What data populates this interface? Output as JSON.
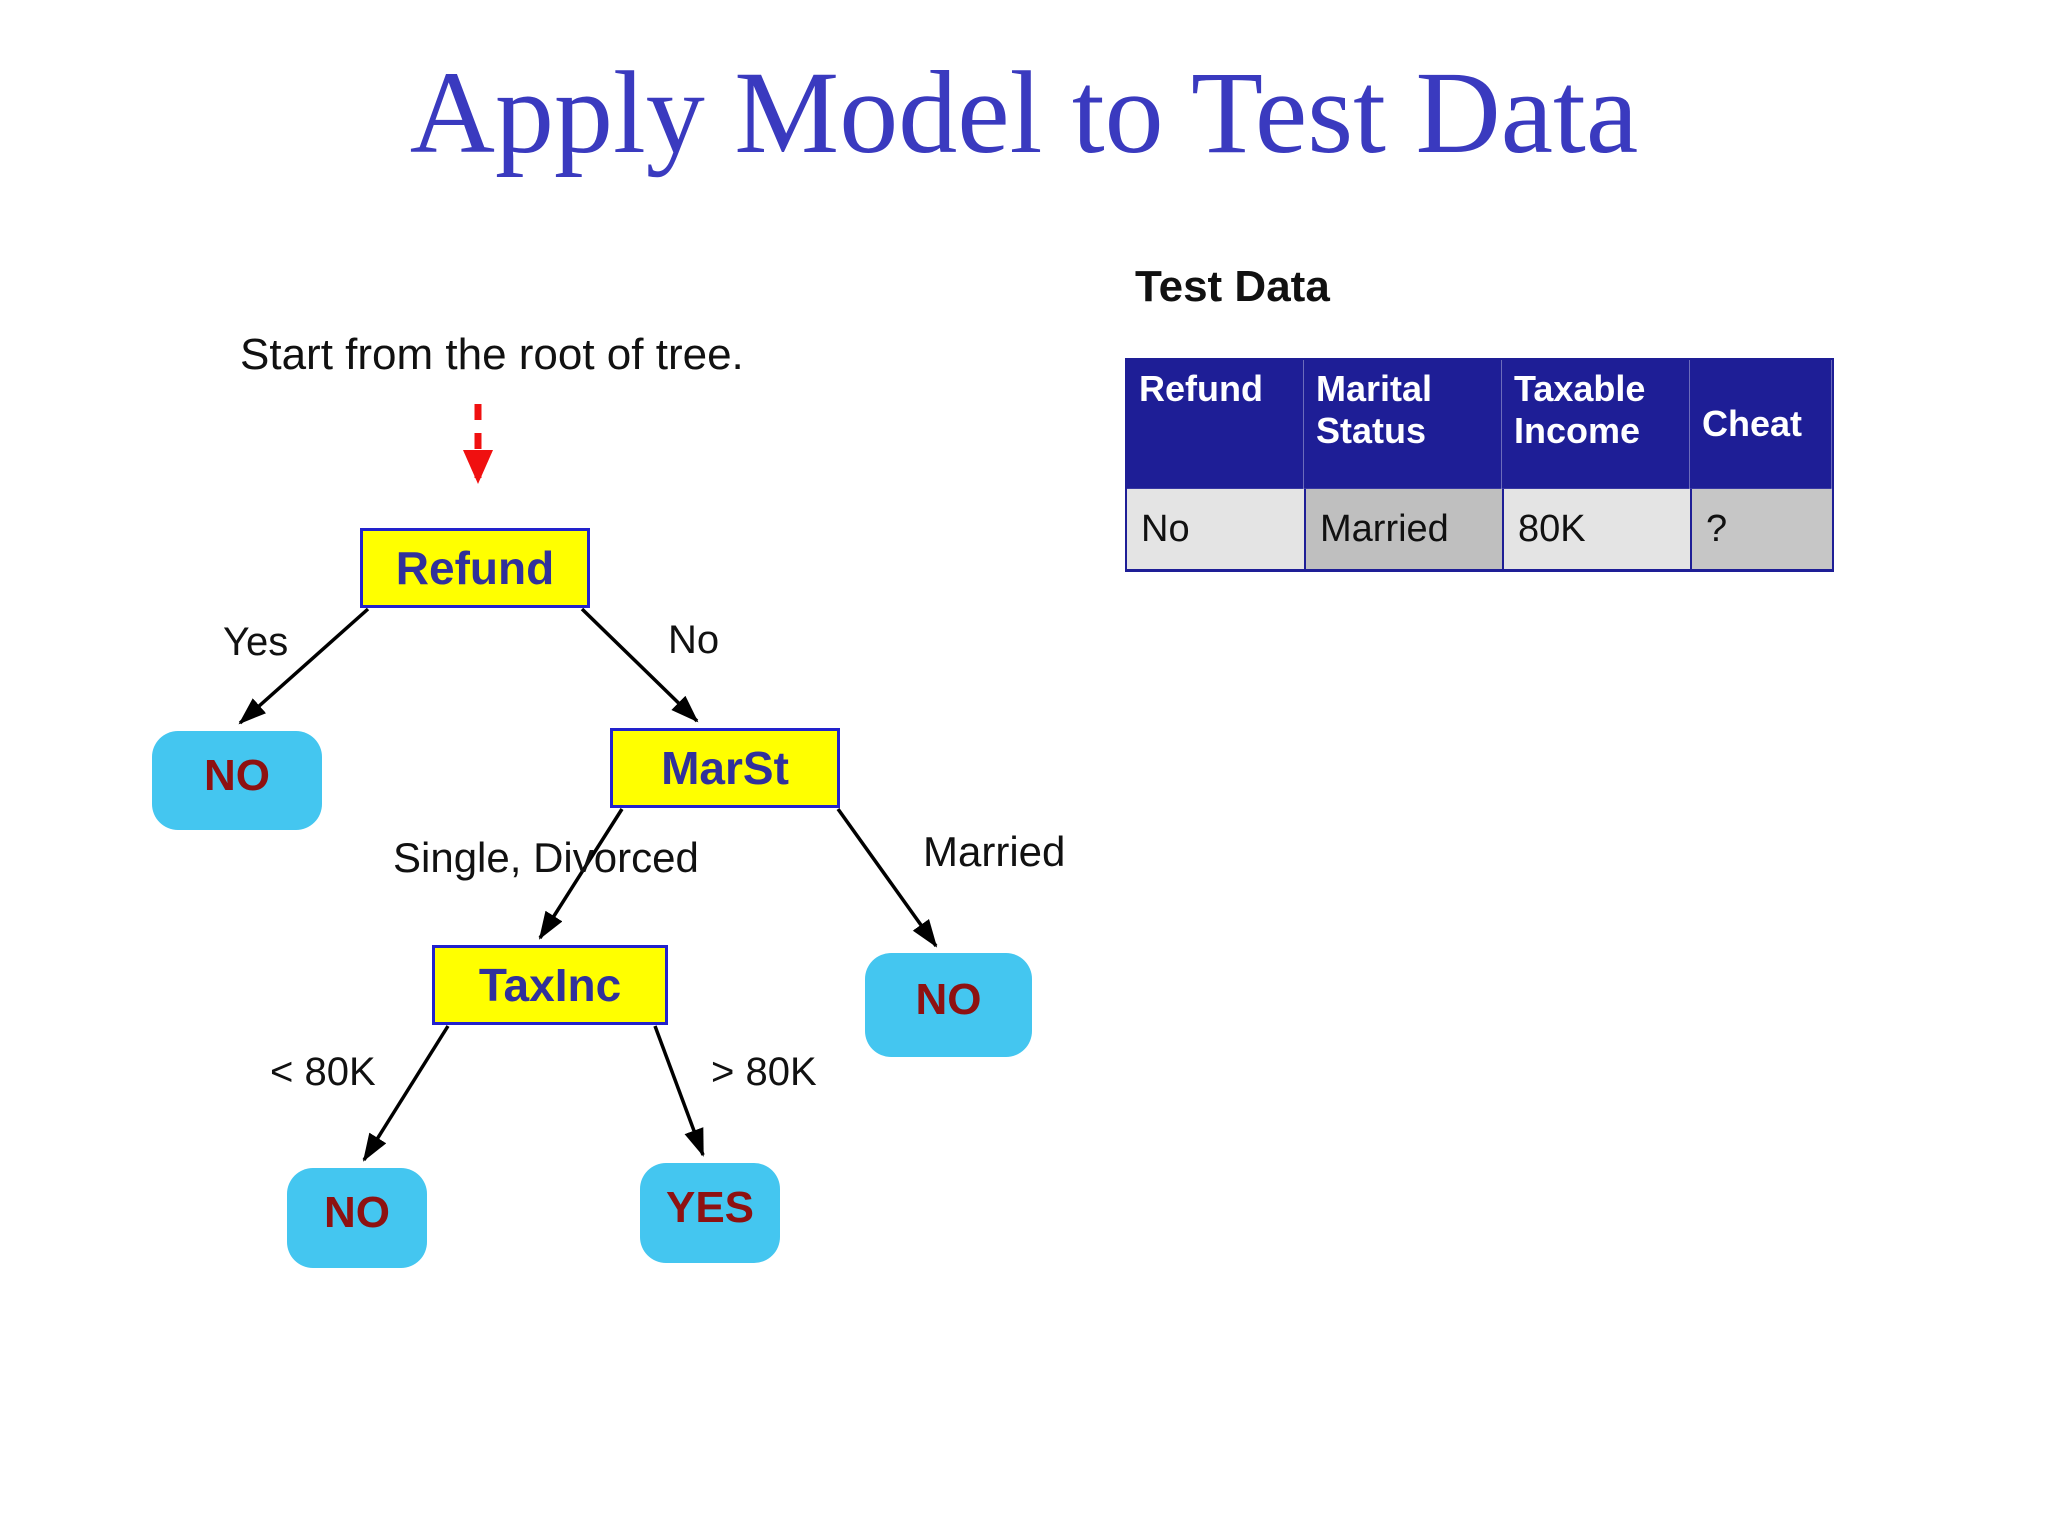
{
  "slide": {
    "title": "Apply Model to Test Data",
    "instruction": "Start from the root of tree."
  },
  "test_data": {
    "heading": "Test Data",
    "columns": [
      "Refund",
      "Marital Status",
      "Taxable Income",
      "Cheat"
    ],
    "row": [
      "No",
      "Married",
      "80K",
      "?"
    ]
  },
  "tree": {
    "nodes": {
      "refund": "Refund",
      "marst": "MarSt",
      "taxinc": "TaxInc",
      "leaf_no_refund_yes": "NO",
      "leaf_no_married": "NO",
      "leaf_no_low_income": "NO",
      "leaf_yes_high_income": "YES"
    },
    "edges": {
      "yes": "Yes",
      "no": "No",
      "single_divorced": "Single, Divorced",
      "married": "Married",
      "lt_80k": "< 80K",
      "gt_80k": "> 80K"
    }
  },
  "colors": {
    "title_blue": "#3A3ABF",
    "table_header_navy": "#1E1E96",
    "cell_light_gray": "#E4E4E4",
    "cell_dark_gray": "#BFBFBF",
    "node_yellow": "#FFFF00",
    "node_border_blue": "#2222CC",
    "node_text_navy": "#31319B",
    "leaf_cyan": "#44C6F0",
    "leaf_text_maroon": "#8E1111",
    "start_arrow_red": "#F01010",
    "edge_line_black": "#000000"
  }
}
